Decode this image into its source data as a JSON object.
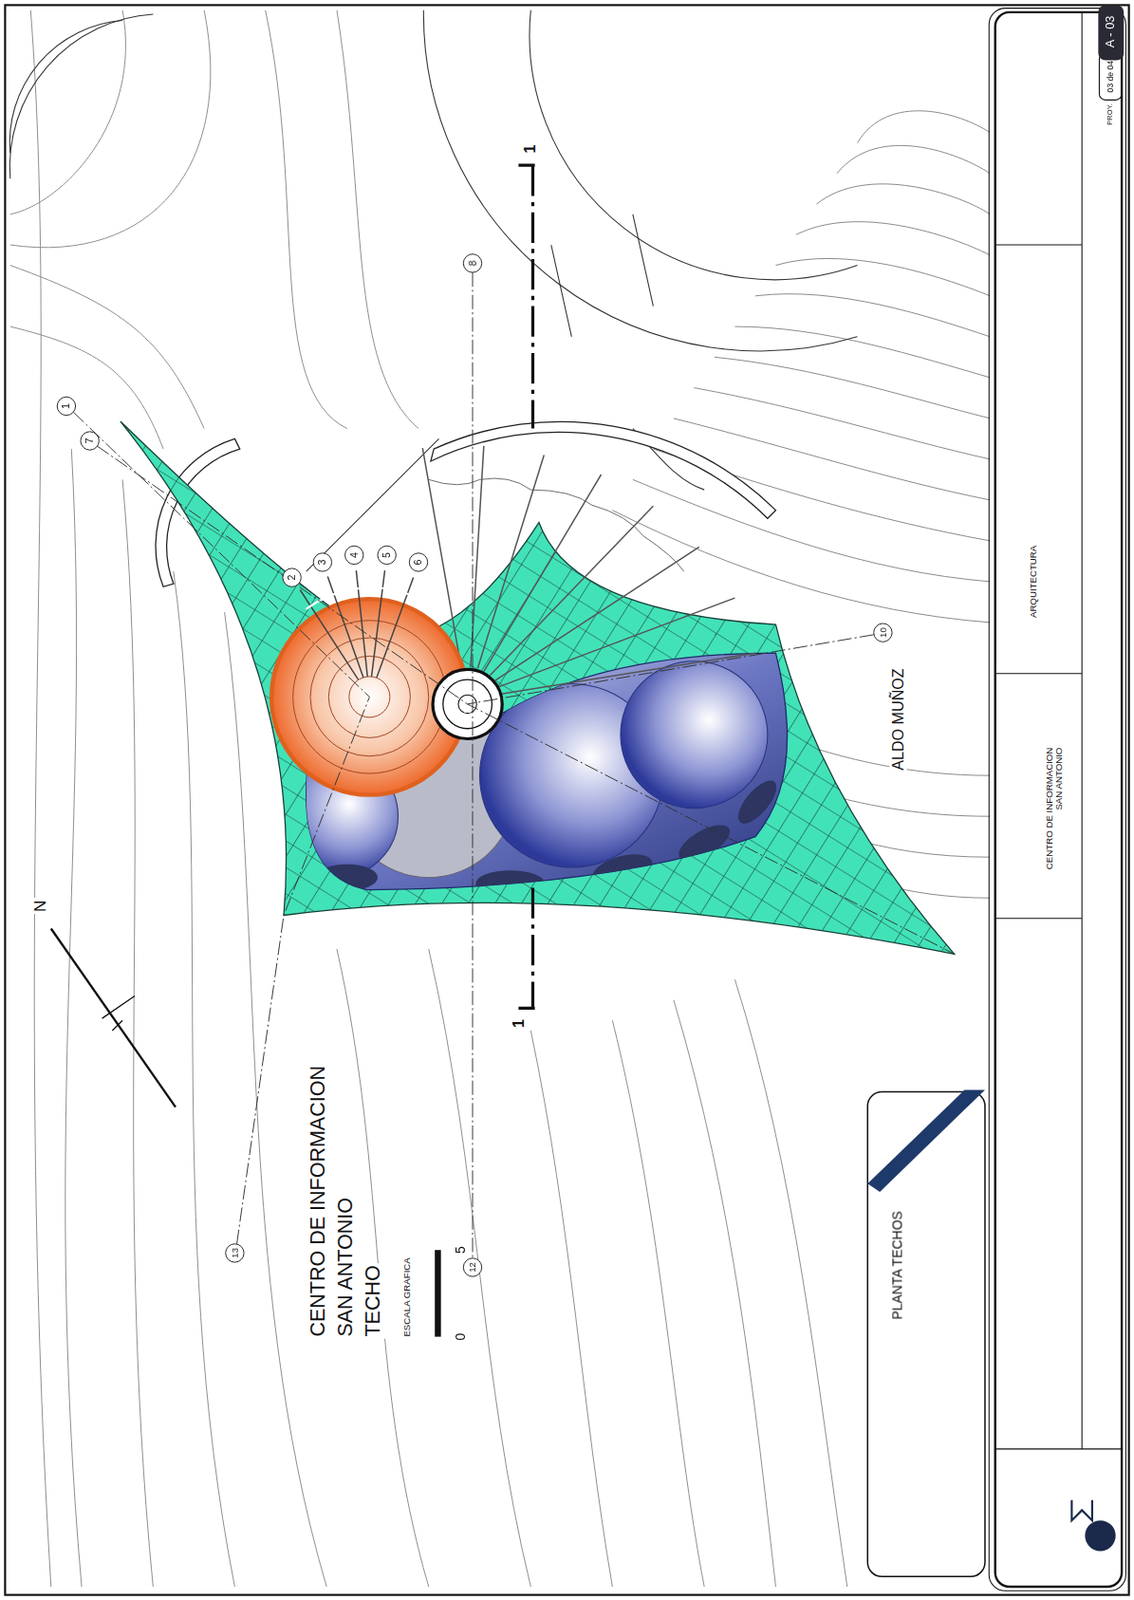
{
  "diagram": {
    "labels": [
      "CENTRO DE INFORMACION",
      "SAN ANTONIO",
      "TECHO",
      "ESCALA GRAFICA",
      "0",
      "5",
      "N",
      "1",
      "2",
      "3",
      "4",
      "5",
      "6",
      "7",
      "8",
      "10",
      "12",
      "13",
      "1",
      "1",
      "PLANTA TECHOS",
      "ALDO MUÑOZ",
      "ARQUITECTURA",
      "CENTRO DE INFORMACION SAN ANTONIO",
      "PROY.",
      "03 de 04",
      "A - 03"
    ]
  }
}
